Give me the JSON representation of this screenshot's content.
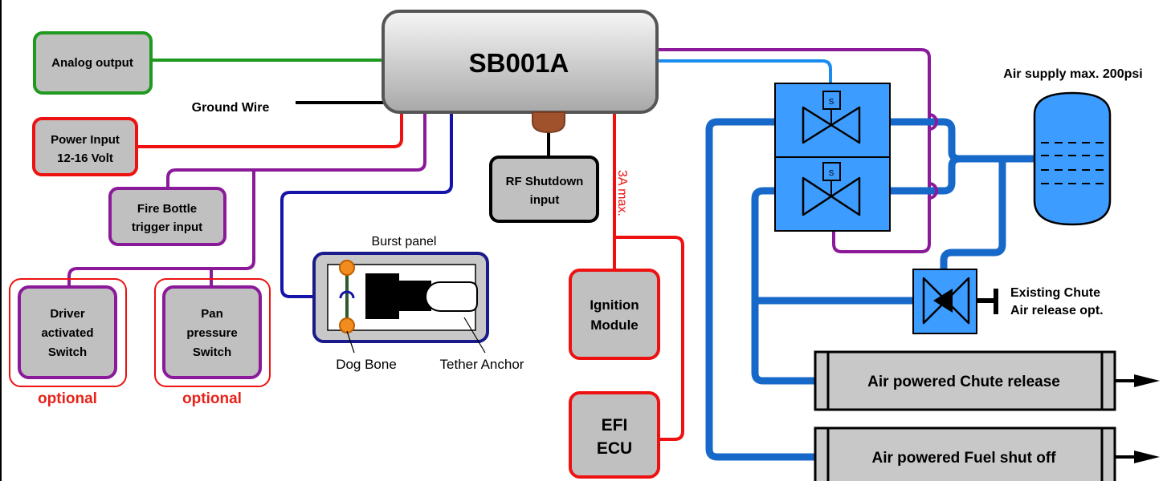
{
  "main_unit": {
    "label": "SB001A"
  },
  "inputs": {
    "analog_output": "Analog output",
    "ground_wire": "Ground Wire",
    "power_input_line1": "Power Input",
    "power_input_line2": "12-16 Volt",
    "fire_bottle_line1": "Fire Bottle",
    "fire_bottle_line2": "trigger input",
    "rf_shutdown_line1": "RF Shutdown",
    "rf_shutdown_line2": "input",
    "driver_switch_line1": "Driver",
    "driver_switch_line2": "activated",
    "driver_switch_line3": "Switch",
    "pan_switch_line1": "Pan",
    "pan_switch_line2": "pressure",
    "pan_switch_line3": "Switch",
    "optional_1": "optional",
    "optional_2": "optional"
  },
  "burst_panel": {
    "title": "Burst panel",
    "dog_bone": "Dog Bone",
    "tether_anchor": "Tether Anchor"
  },
  "ignition": {
    "current_limit": "3A max.",
    "ignition_line1": "Ignition",
    "ignition_line2": "Module",
    "efi_line1": "EFI",
    "efi_line2": "ECU"
  },
  "air_system": {
    "air_supply": "Air supply max. 200psi",
    "solenoid_mark": "S",
    "existing_chute_line1": "Existing Chute",
    "existing_chute_line2": "Air release opt.",
    "chute_release": "Air powered Chute release",
    "fuel_shutoff": "Air powered Fuel shut off"
  },
  "colors": {
    "green": "#1f9a1f",
    "red": "#ee1111",
    "purple": "#8a1a9a",
    "navy": "#1414a8",
    "air_blue": "#1769c9",
    "valve_fill": "#3d9cff",
    "box_fill": "#c0c0c0",
    "optional_text": "#e8221a"
  }
}
